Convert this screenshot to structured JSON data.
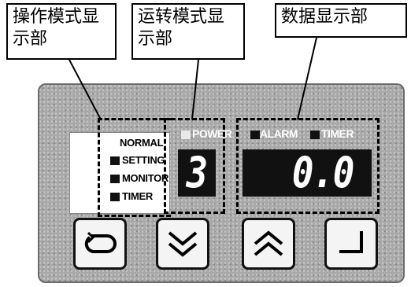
{
  "callouts": {
    "operation_mode": {
      "line1": "操作模式显",
      "line2": "示部"
    },
    "run_mode": {
      "line1": "运转模式显",
      "line2": "示部"
    },
    "data_display": {
      "line1": "数据显示部"
    }
  },
  "operation_modes": [
    {
      "label": "NORMAL",
      "led": false
    },
    {
      "label": "SETTING",
      "led": true
    },
    {
      "label": "MONITOR",
      "led": true
    },
    {
      "label": "TIMER",
      "led": true
    }
  ],
  "indicators": {
    "power": "POWER",
    "alarm": "ALARM",
    "timer": "TIMER"
  },
  "run_display": {
    "value": "3"
  },
  "data_display": {
    "value": "0.0"
  },
  "buttons": [
    {
      "name": "return",
      "icon": "loop-arrow-icon"
    },
    {
      "name": "down",
      "icon": "double-chevron-down-icon"
    },
    {
      "name": "up",
      "icon": "double-chevron-up-icon"
    },
    {
      "name": "enter",
      "icon": "enter-return-icon"
    }
  ]
}
